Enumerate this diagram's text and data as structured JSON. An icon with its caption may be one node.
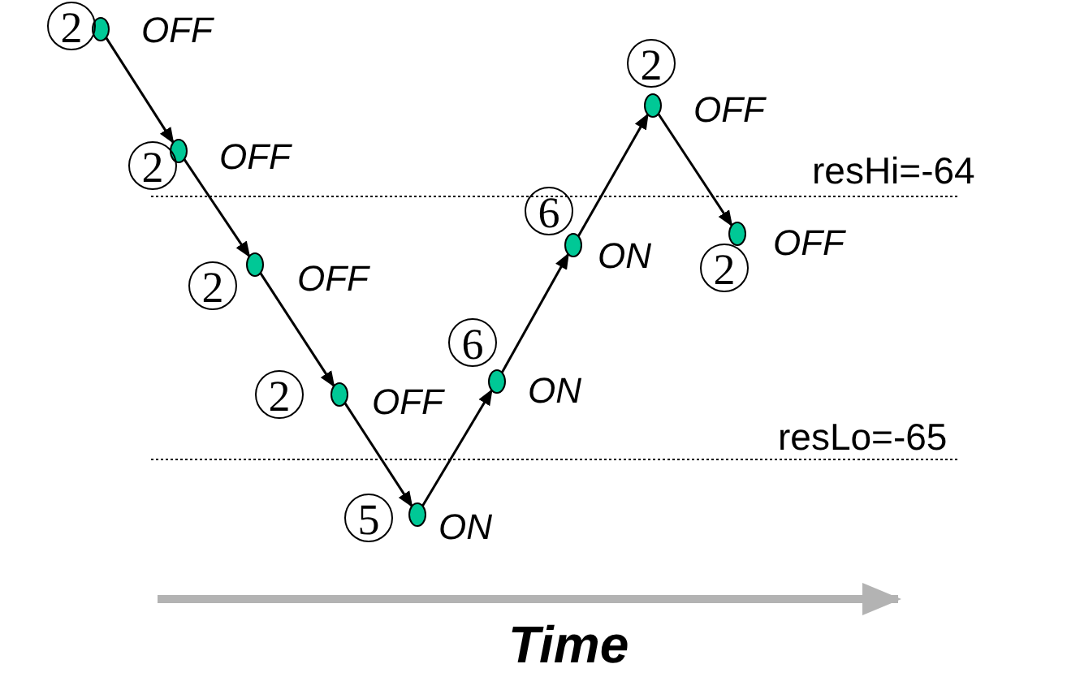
{
  "diagram": {
    "nodes": [
      {
        "text": [],
        "shape": "circle",
        "beside": [
          "2",
          "OFF"
        ]
      },
      {
        "text": [],
        "shape": "circle",
        "beside": [
          "2",
          "OFF"
        ]
      },
      {
        "text": [],
        "shape": "circle",
        "beside": [
          "2",
          "OFF"
        ]
      },
      {
        "text": [],
        "shape": "circle",
        "beside": [
          "2",
          "OFF"
        ]
      },
      {
        "text": [],
        "shape": "circle",
        "beside": [
          "5",
          "ON"
        ]
      },
      {
        "text": [],
        "shape": "circle",
        "beside": [
          "6",
          "ON"
        ]
      },
      {
        "text": [],
        "shape": "circle",
        "beside": [
          "6",
          "ON"
        ]
      },
      {
        "text": [],
        "shape": "circle",
        "beside": [
          "2",
          "OFF"
        ]
      },
      {
        "text": [],
        "shape": "circle",
        "beside": [
          "2",
          "OFF"
        ]
      }
    ],
    "edges": [
      {
        "from": 0,
        "to": 1,
        "arrow": "to"
      },
      {
        "from": 1,
        "to": 2,
        "arrow": "to"
      },
      {
        "from": 2,
        "to": 3,
        "arrow": "to"
      },
      {
        "from": 3,
        "to": 4,
        "arrow": "to"
      },
      {
        "from": 4,
        "to": 5,
        "arrow": "to"
      },
      {
        "from": 5,
        "to": 6,
        "arrow": "to"
      },
      {
        "from": 6,
        "to": 7,
        "arrow": "to"
      },
      {
        "from": 7,
        "to": 8,
        "arrow": "to"
      }
    ],
    "labels": [
      "resHi=-64",
      "resLo=-65",
      "Time"
    ]
  }
}
